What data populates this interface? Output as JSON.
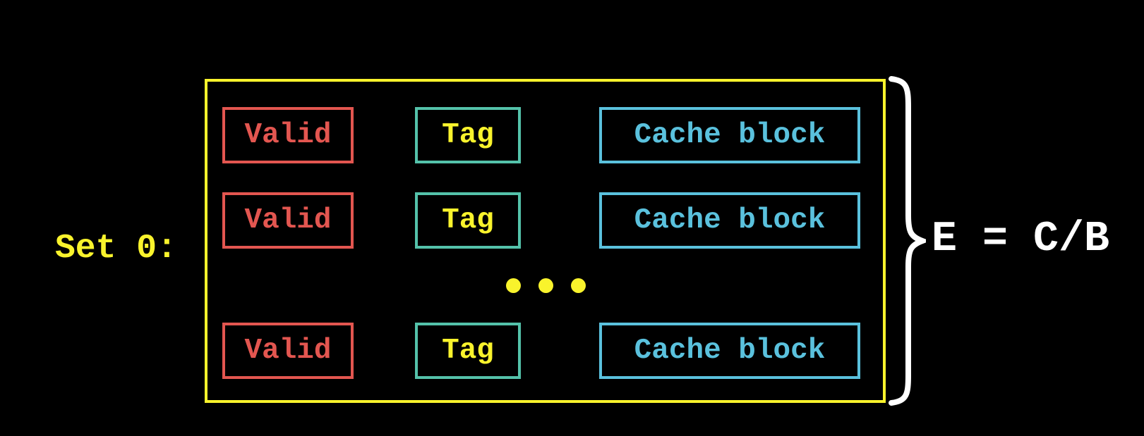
{
  "diagram": {
    "set_label": "Set 0:",
    "annotation_label": "E = C/B",
    "rows": [
      {
        "valid_label": "Valid",
        "tag_label": "Tag",
        "block_label": "Cache block"
      },
      {
        "valid_label": "Valid",
        "tag_label": "Tag",
        "block_label": "Cache block"
      },
      {
        "valid_label": "Valid",
        "tag_label": "Tag",
        "block_label": "Cache block"
      }
    ],
    "ellipsis_dot_count": 3,
    "colors": {
      "background": "#000000",
      "set_outline": "#f9f32c",
      "set_label_text": "#f9f32c",
      "valid_box": "#e35650",
      "tag_box_border": "#54c2aa",
      "tag_text": "#f9f32c",
      "cache_block_box": "#5ac1dd",
      "ellipsis_dots": "#f9f32c",
      "brace": "#ffffff",
      "annotation_text": "#ffffff"
    }
  }
}
